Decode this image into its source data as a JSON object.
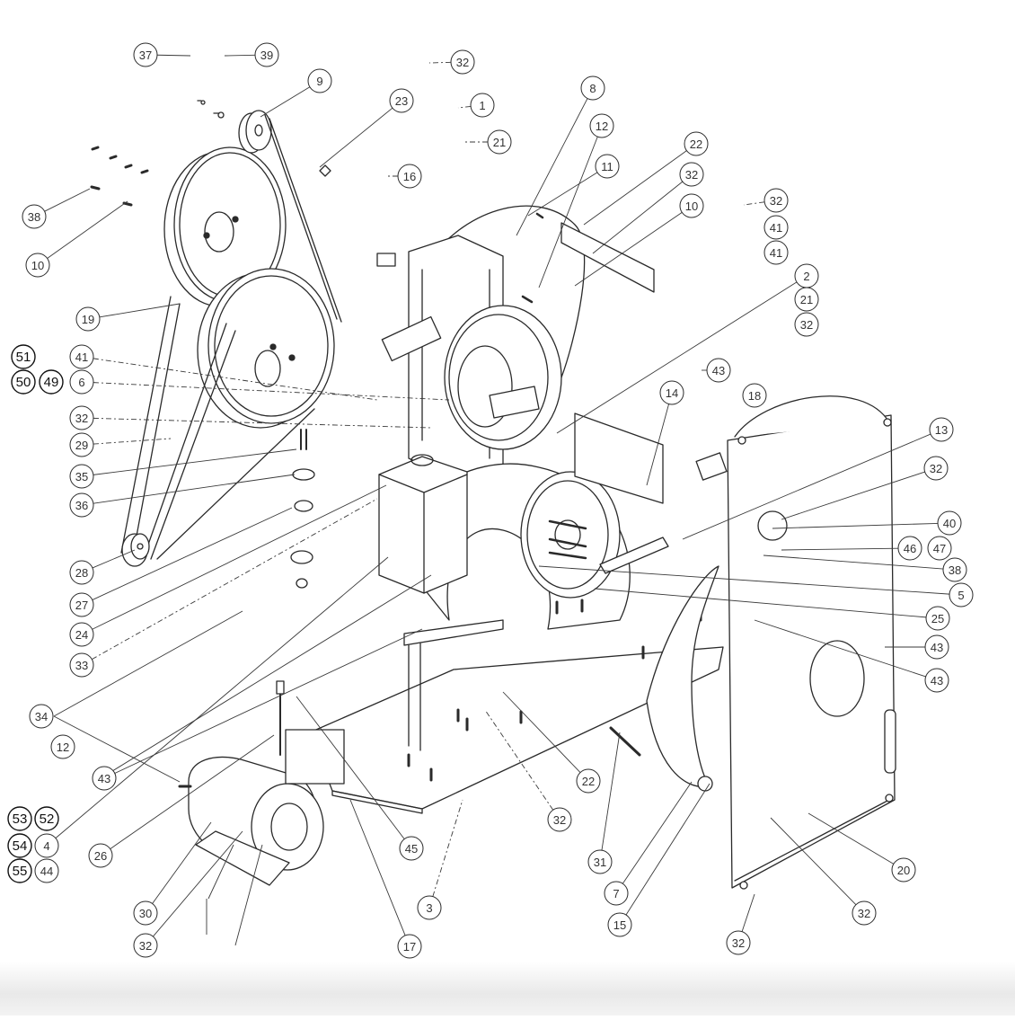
{
  "diagram": {
    "style": {
      "line": "#2a2a2a",
      "leader": "#3a3a3a",
      "bubble_fill": "#ffffff",
      "label": "#333333",
      "label_bold": "#111111"
    },
    "callouts": [
      {
        "id": "c37a",
        "label": "37"
      },
      {
        "id": "c39",
        "label": "39"
      },
      {
        "id": "c32a",
        "label": "32"
      },
      {
        "id": "c9",
        "label": "9"
      },
      {
        "id": "c23",
        "label": "23"
      },
      {
        "id": "c1",
        "label": "1"
      },
      {
        "id": "c8",
        "label": "8"
      },
      {
        "id": "c12a",
        "label": "12"
      },
      {
        "id": "c21a",
        "label": "21"
      },
      {
        "id": "c11",
        "label": "11"
      },
      {
        "id": "c22a",
        "label": "22"
      },
      {
        "id": "c32b",
        "label": "32"
      },
      {
        "id": "c10a",
        "label": "10"
      },
      {
        "id": "c16",
        "label": "16"
      },
      {
        "id": "c32c",
        "label": "32"
      },
      {
        "id": "c41a",
        "label": "41"
      },
      {
        "id": "c41b",
        "label": "41"
      },
      {
        "id": "c2",
        "label": "2"
      },
      {
        "id": "c21b",
        "label": "21"
      },
      {
        "id": "c32d",
        "label": "32"
      },
      {
        "id": "c38a",
        "label": "38"
      },
      {
        "id": "c10b",
        "label": "10"
      },
      {
        "id": "c19",
        "label": "19"
      },
      {
        "id": "c51",
        "label": "51"
      },
      {
        "id": "c50",
        "label": "50"
      },
      {
        "id": "c49",
        "label": "49"
      },
      {
        "id": "c6",
        "label": "6"
      },
      {
        "id": "c41c",
        "label": "41"
      },
      {
        "id": "c32e",
        "label": "32"
      },
      {
        "id": "c29",
        "label": "29"
      },
      {
        "id": "c35",
        "label": "35"
      },
      {
        "id": "c36",
        "label": "36"
      },
      {
        "id": "c43a",
        "label": "43"
      },
      {
        "id": "c18",
        "label": "18"
      },
      {
        "id": "c14",
        "label": "14"
      },
      {
        "id": "c13",
        "label": "13"
      },
      {
        "id": "c32f",
        "label": "32"
      },
      {
        "id": "c40",
        "label": "40"
      },
      {
        "id": "c46",
        "label": "46"
      },
      {
        "id": "c47",
        "label": "47"
      },
      {
        "id": "c38b",
        "label": "38"
      },
      {
        "id": "c5",
        "label": "5"
      },
      {
        "id": "c28",
        "label": "28"
      },
      {
        "id": "c27",
        "label": "27"
      },
      {
        "id": "c24",
        "label": "24"
      },
      {
        "id": "c33",
        "label": "33"
      },
      {
        "id": "c25",
        "label": "25"
      },
      {
        "id": "c43b",
        "label": "43"
      },
      {
        "id": "c43c",
        "label": "43"
      },
      {
        "id": "c34",
        "label": "34"
      },
      {
        "id": "c12b",
        "label": "12"
      },
      {
        "id": "c43d",
        "label": "43"
      },
      {
        "id": "c22b",
        "label": "22"
      },
      {
        "id": "c32g",
        "label": "32"
      },
      {
        "id": "c53",
        "label": "53"
      },
      {
        "id": "c52",
        "label": "52"
      },
      {
        "id": "c54",
        "label": "54"
      },
      {
        "id": "c4",
        "label": "4"
      },
      {
        "id": "c55",
        "label": "55"
      },
      {
        "id": "c44",
        "label": "44"
      },
      {
        "id": "c26",
        "label": "26"
      },
      {
        "id": "c45",
        "label": "45"
      },
      {
        "id": "c31",
        "label": "31"
      },
      {
        "id": "c20",
        "label": "20"
      },
      {
        "id": "c30",
        "label": "30"
      },
      {
        "id": "c3",
        "label": "3"
      },
      {
        "id": "c7",
        "label": "7"
      },
      {
        "id": "c15",
        "label": "15"
      },
      {
        "id": "c32h",
        "label": "32"
      },
      {
        "id": "c32i",
        "label": "32"
      },
      {
        "id": "c17",
        "label": "17"
      },
      {
        "id": "c32j",
        "label": "32"
      }
    ]
  }
}
